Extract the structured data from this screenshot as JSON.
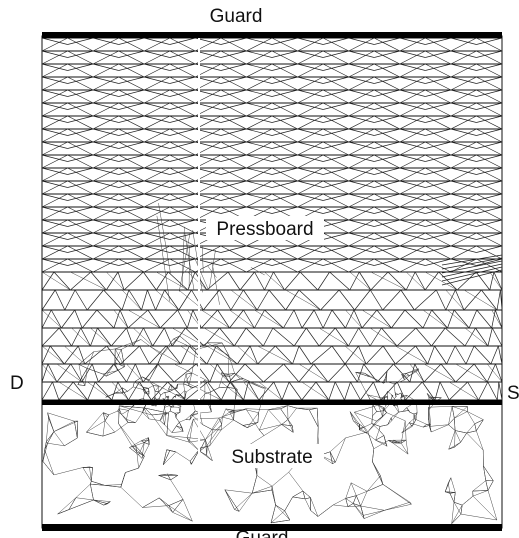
{
  "labels": {
    "guard_top": "Guard",
    "guard_bottom": "Guard",
    "pressboard": "Pressboard",
    "substrate": "Substrate",
    "left_electrode": "D",
    "right_electrode": "S"
  },
  "colors": {
    "background": "#ffffff",
    "mesh": "#222222",
    "guard_plate": "#000000",
    "electrode_layer": "#000000",
    "label_bg": "#ffffff"
  }
}
